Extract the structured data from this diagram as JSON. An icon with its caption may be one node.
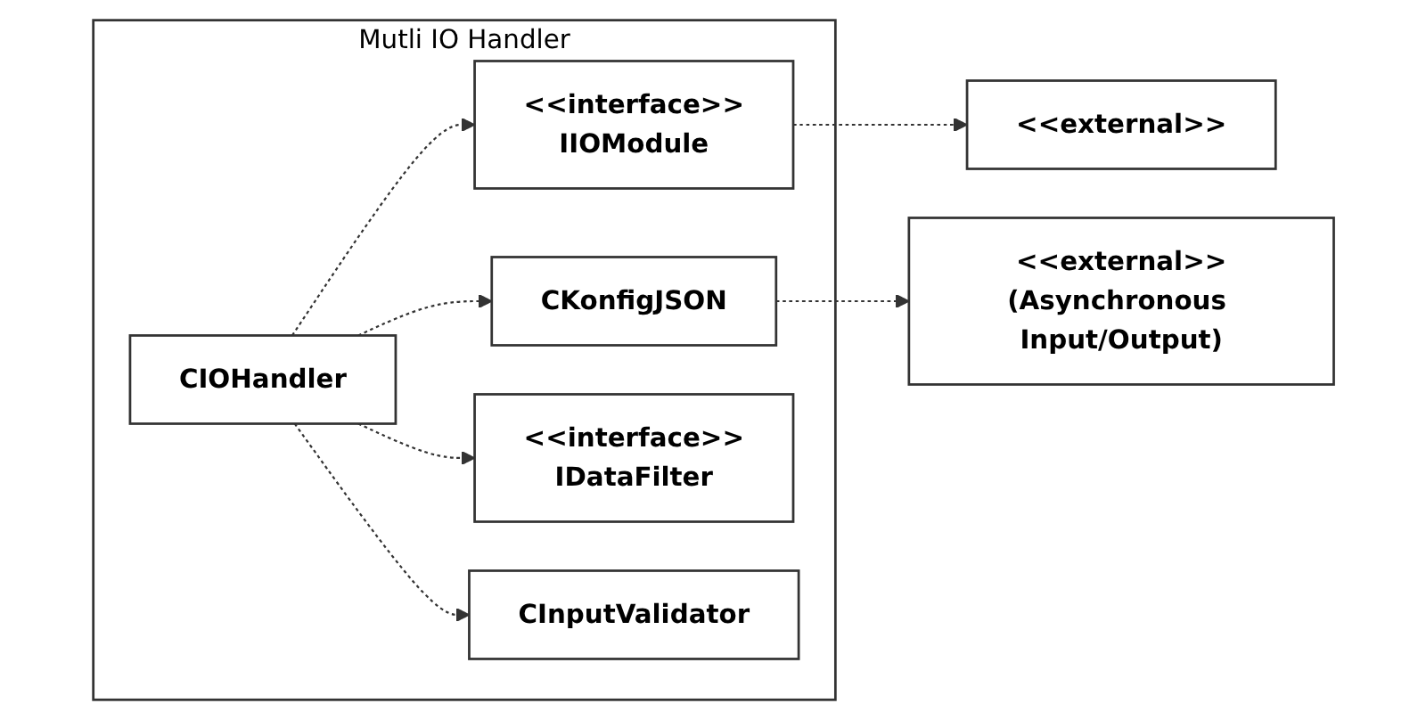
{
  "diagram": {
    "nodes": [
      {
        "text": [
          "<<external>>"
        ]
      },
      {
        "text": [
          "Mutli IO Handler"
        ]
      },
      {
        "text": [
          "<<interface>>",
          "IIOModule"
        ],
        "in": 1
      },
      {
        "text": [
          "CKonfigJSON"
        ],
        "in": 1
      },
      {
        "text": [
          "<<external>>",
          "(Asynchronous Input/Output)"
        ]
      },
      {
        "text": [
          "CIOHandler"
        ],
        "in": 1
      },
      {
        "text": [
          "<<interface>>",
          "IDataFilter"
        ],
        "in": 1
      },
      {
        "text": [
          "CInputValidator"
        ],
        "in": 1
      }
    ],
    "edges": [
      {
        "from": 2,
        "to": 0,
        "arrow": "to",
        "style": "dashed"
      },
      {
        "from": 3,
        "to": 4,
        "arrow": "to",
        "style": "dashed"
      },
      {
        "from": 5,
        "to": 2,
        "arrow": "to",
        "style": "dashed"
      },
      {
        "from": 5,
        "to": 3,
        "arrow": "to",
        "style": "dashed"
      },
      {
        "from": 5,
        "to": 6,
        "arrow": "to",
        "style": "dashed"
      },
      {
        "from": 5,
        "to": 7,
        "arrow": "to",
        "style": "dashed"
      }
    ]
  }
}
